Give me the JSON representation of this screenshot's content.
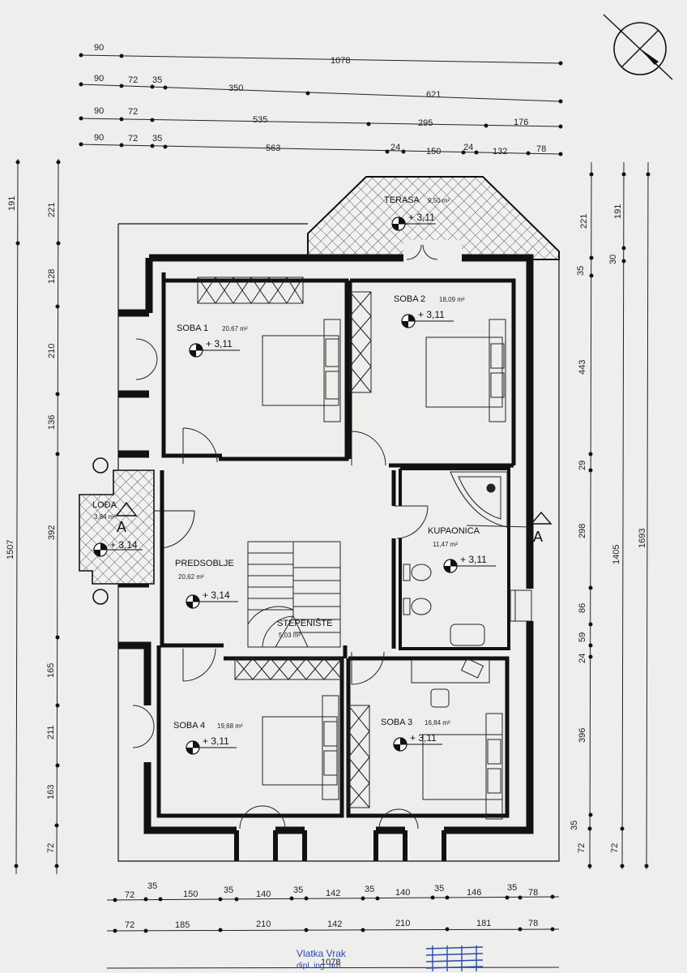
{
  "dims_top": {
    "row1": [
      "90",
      "1078"
    ],
    "row2": [
      "90",
      "72",
      "35",
      "350",
      "621"
    ],
    "row3": [
      "90",
      "72",
      "535",
      "295",
      "176"
    ],
    "row4": [
      "90",
      "72",
      "35",
      "563",
      "24",
      "150",
      "24",
      "132",
      "78"
    ]
  },
  "dims_left": {
    "outer": [
      "191",
      "1507"
    ],
    "inner": [
      "221",
      "128",
      "210",
      "136",
      "392",
      "165",
      "211",
      "163",
      "72"
    ]
  },
  "dims_right": {
    "inner": [
      "221",
      "35",
      "443",
      "29",
      "298",
      "86",
      "59",
      "24",
      "396",
      "35",
      "72"
    ],
    "middle": [
      "191",
      "30",
      "1405",
      "72"
    ],
    "outer": [
      "1693"
    ]
  },
  "dims_bottom": {
    "row1": [
      "72",
      "35",
      "150",
      "35",
      "140",
      "35",
      "142",
      "35",
      "140",
      "35",
      "146",
      "35",
      "78"
    ],
    "row2": [
      "72",
      "185",
      "210",
      "142",
      "210",
      "181",
      "78"
    ],
    "row3": [
      "1078"
    ]
  },
  "rooms": {
    "terasa": {
      "name": "TERASA",
      "area": "9,50 m²",
      "level": "+ 3,11"
    },
    "soba1": {
      "name": "SOBA  1",
      "area": "20,67 m²",
      "level": "+ 3,11"
    },
    "soba2": {
      "name": "SOBA  2",
      "area": "18,09 m²",
      "level": "+ 3,11"
    },
    "loda": {
      "name": "LOĐA",
      "area": "3,84 m²",
      "level": "+ 3,14"
    },
    "kupaonica": {
      "name": "KUPAONICA",
      "area": "11,47 m²",
      "level": "+ 3,11"
    },
    "predsoblje": {
      "name": "PREDSOBLJE",
      "area": "20,62 m²",
      "level": "+ 3,14"
    },
    "stepeniste": {
      "name": "STEPENIŠTE",
      "area": "5,03 m²"
    },
    "soba4": {
      "name": "SOBA  4",
      "area": "19,68 m²",
      "level": "+ 3,11"
    },
    "soba3": {
      "name": "SOBA  3",
      "area": "16,84 m²",
      "level": "+ 3,11"
    }
  },
  "section_marks": [
    "A",
    "A"
  ],
  "stamp": {
    "name": "Vlatka Vrak",
    "title": "dipl. ing. arh."
  },
  "colors": {
    "paper": "#eeeeec",
    "ink": "#1a1a1a",
    "stamp": "#2a4aa8"
  }
}
